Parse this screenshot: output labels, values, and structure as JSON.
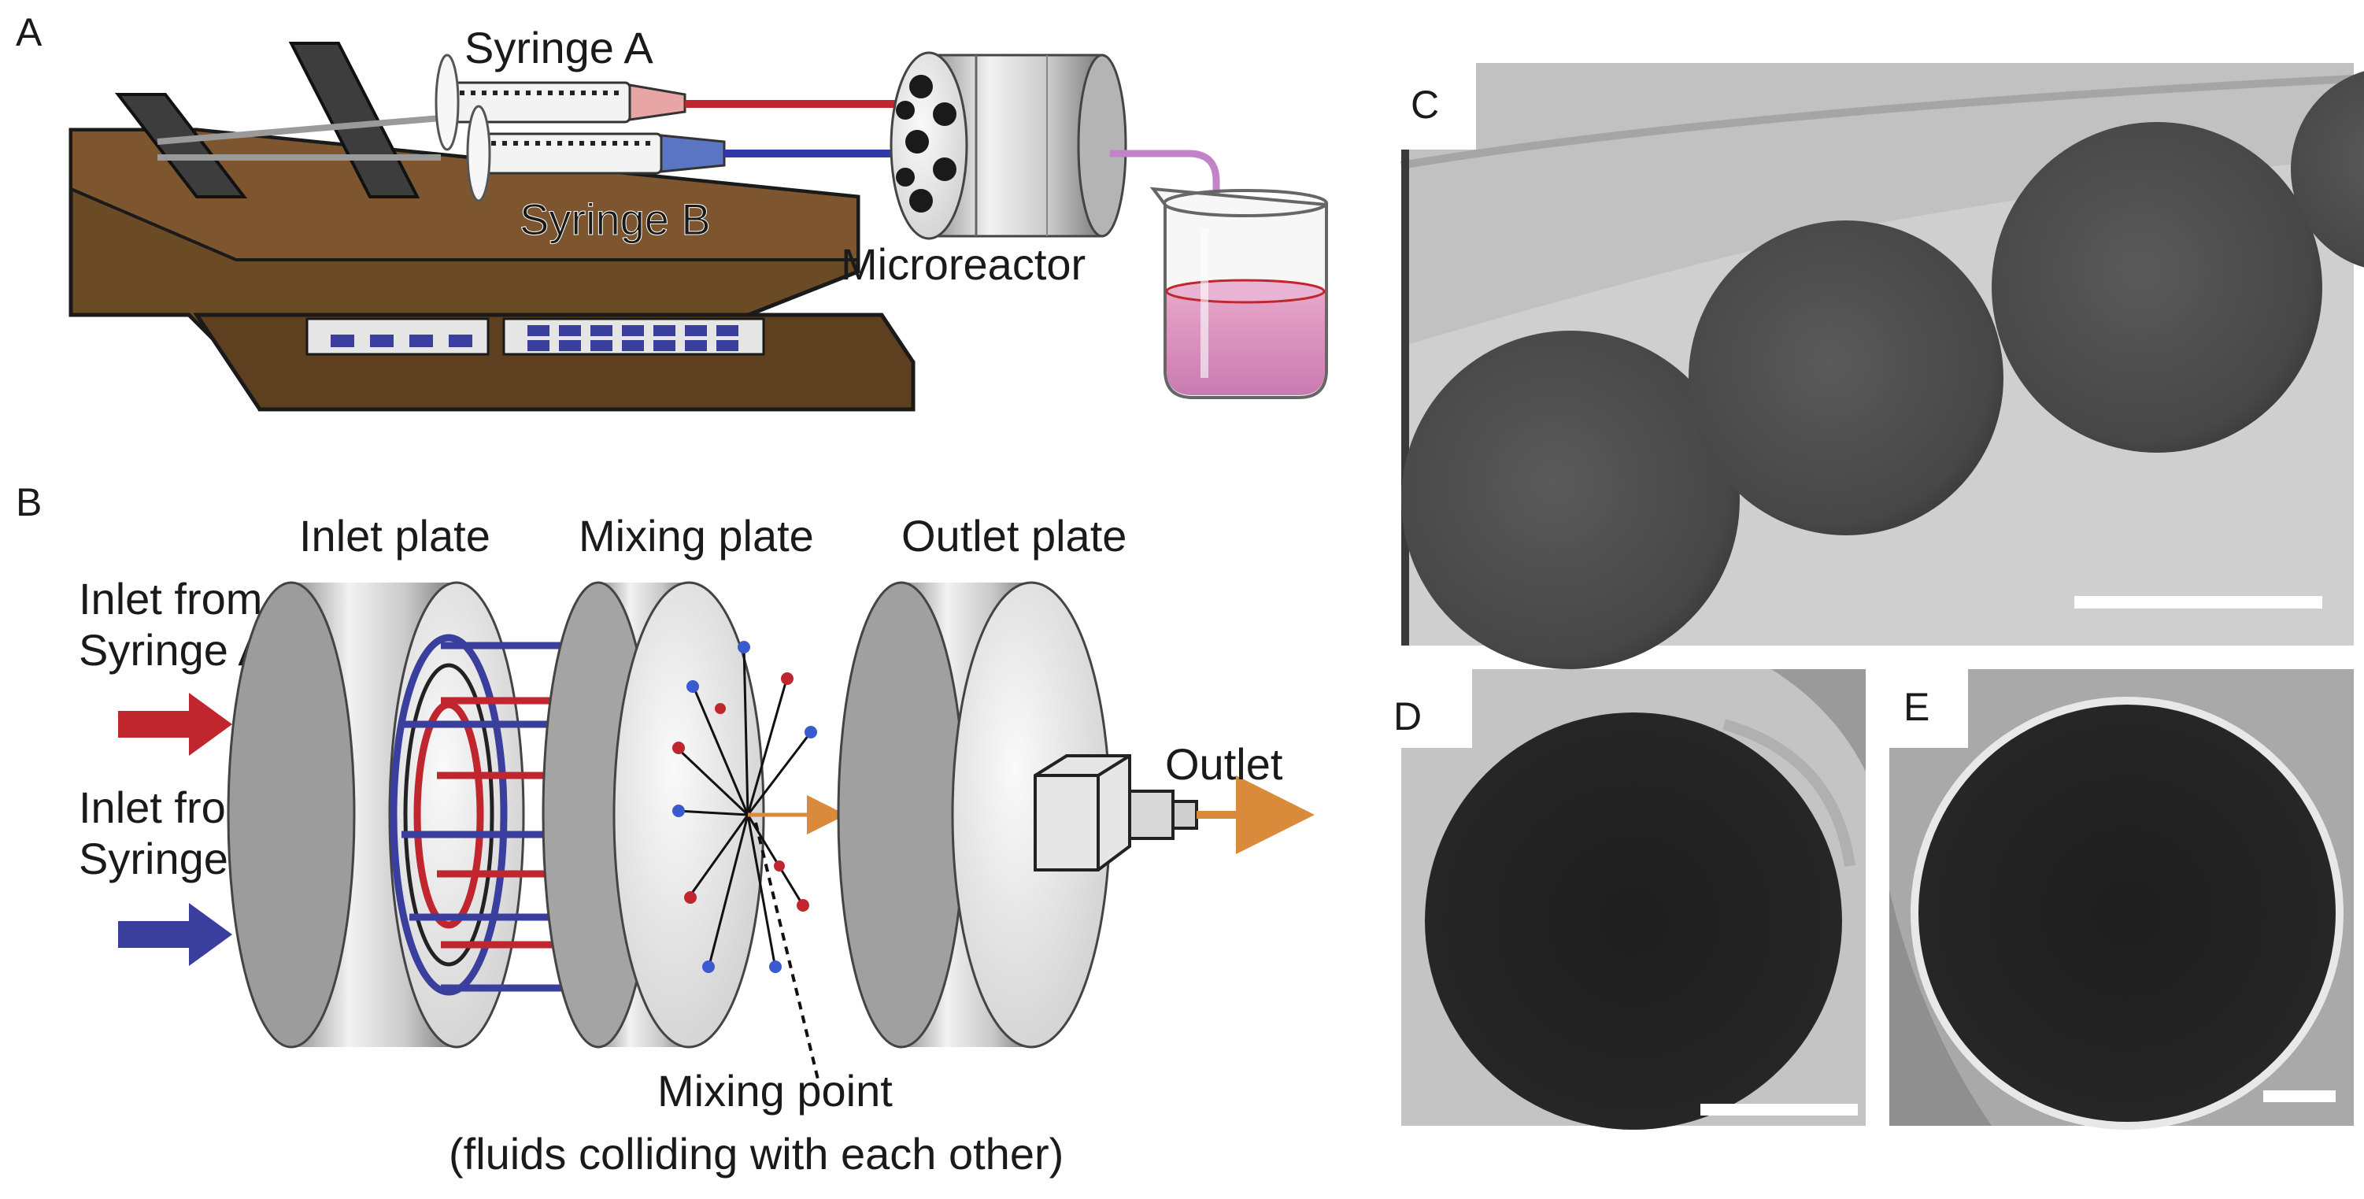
{
  "panels": {
    "a": {
      "letter": "A",
      "syringe_a": "Syringe A",
      "syringe_b": "Syringe B",
      "microreactor": "Microreactor"
    },
    "b": {
      "letter": "B",
      "inlet_plate": "Inlet plate",
      "mixing_plate": "Mixing plate",
      "outlet_plate": "Outlet plate",
      "inlet_a_line1": "Inlet from",
      "inlet_a_line2": "Syringe A",
      "inlet_b_line1": "Inlet from",
      "inlet_b_line2": "Syringe B",
      "outlet": "Outlet",
      "mixing_point_line1": "Mixing point",
      "mixing_point_line2": "(fluids colliding with each other)"
    },
    "c": {
      "letter": "C"
    },
    "d": {
      "letter": "D"
    },
    "e": {
      "letter": "E"
    }
  },
  "colors": {
    "fluid_a": "#c0262d",
    "fluid_b": "#3a3f9e",
    "outlet_flow": "#d98a3a",
    "pump_body": "#6b4a26",
    "tem_background": "#cfcfcf",
    "tem_particle": "#2b2b2b"
  }
}
